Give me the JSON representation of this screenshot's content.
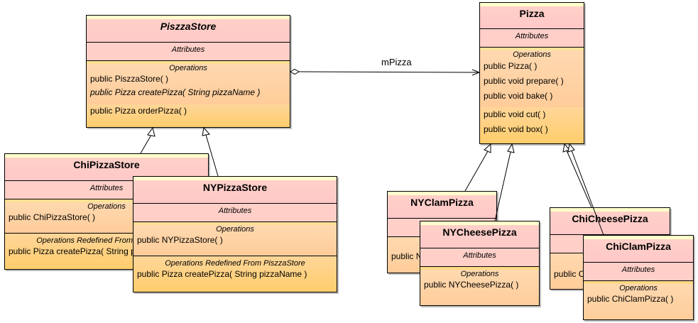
{
  "association_label": "mPizza",
  "classes": {
    "pizza_store": {
      "name": "PiszzaStore",
      "attributes_label": "Attributes",
      "operations_label": "Operations",
      "operations": [
        "public PiszzaStore( )",
        "public Pizza  createPizza( String pizzaName )",
        "public Pizza  orderPizza( )"
      ]
    },
    "pizza": {
      "name": "Pizza",
      "attributes_label": "Attributes",
      "operations_label": "Operations",
      "operations": [
        "public Pizza( )",
        "public void  prepare( )",
        "public void  bake( )",
        "public void  cut( )",
        "public void  box( )"
      ]
    },
    "chi_pizza_store": {
      "name": "ChiPizzaStore",
      "attributes_label": "Attributes",
      "operations_label": "Operations",
      "operations": [
        "public ChiPizzaStore( )"
      ],
      "redefined_label": "Operations Redefined From PiszzaStore",
      "redefined_ops": [
        "public Pizza  createPizza( String pizzaName )"
      ]
    },
    "ny_pizza_store": {
      "name": "NYPizzaStore",
      "attributes_label": "Attributes",
      "operations_label": "Operations",
      "operations": [
        "public NYPizzaStore( )"
      ],
      "redefined_label": "Operations Redefined From PiszzaStore",
      "redefined_ops": [
        "public Pizza  createPizza( String pizzaName )"
      ]
    },
    "ny_clam_pizza": {
      "name": "NYClamPizza",
      "operations": [
        "public NYClamPizza( )"
      ]
    },
    "ny_cheese_pizza": {
      "name": "NYCheesePizza",
      "attributes_label": "Attributes",
      "operations_label": "Operations",
      "operations": [
        "public NYCheesePizza( )"
      ]
    },
    "chi_cheese_pizza": {
      "name": "ChiCheesePizza",
      "operations": [
        "public ChiCheesePizza( )"
      ]
    },
    "chi_clam_pizza": {
      "name": "ChiClamPizza",
      "attributes_label": "Attributes",
      "operations_label": "Operations",
      "operations": [
        "public ChiClamPizza( )"
      ]
    }
  }
}
